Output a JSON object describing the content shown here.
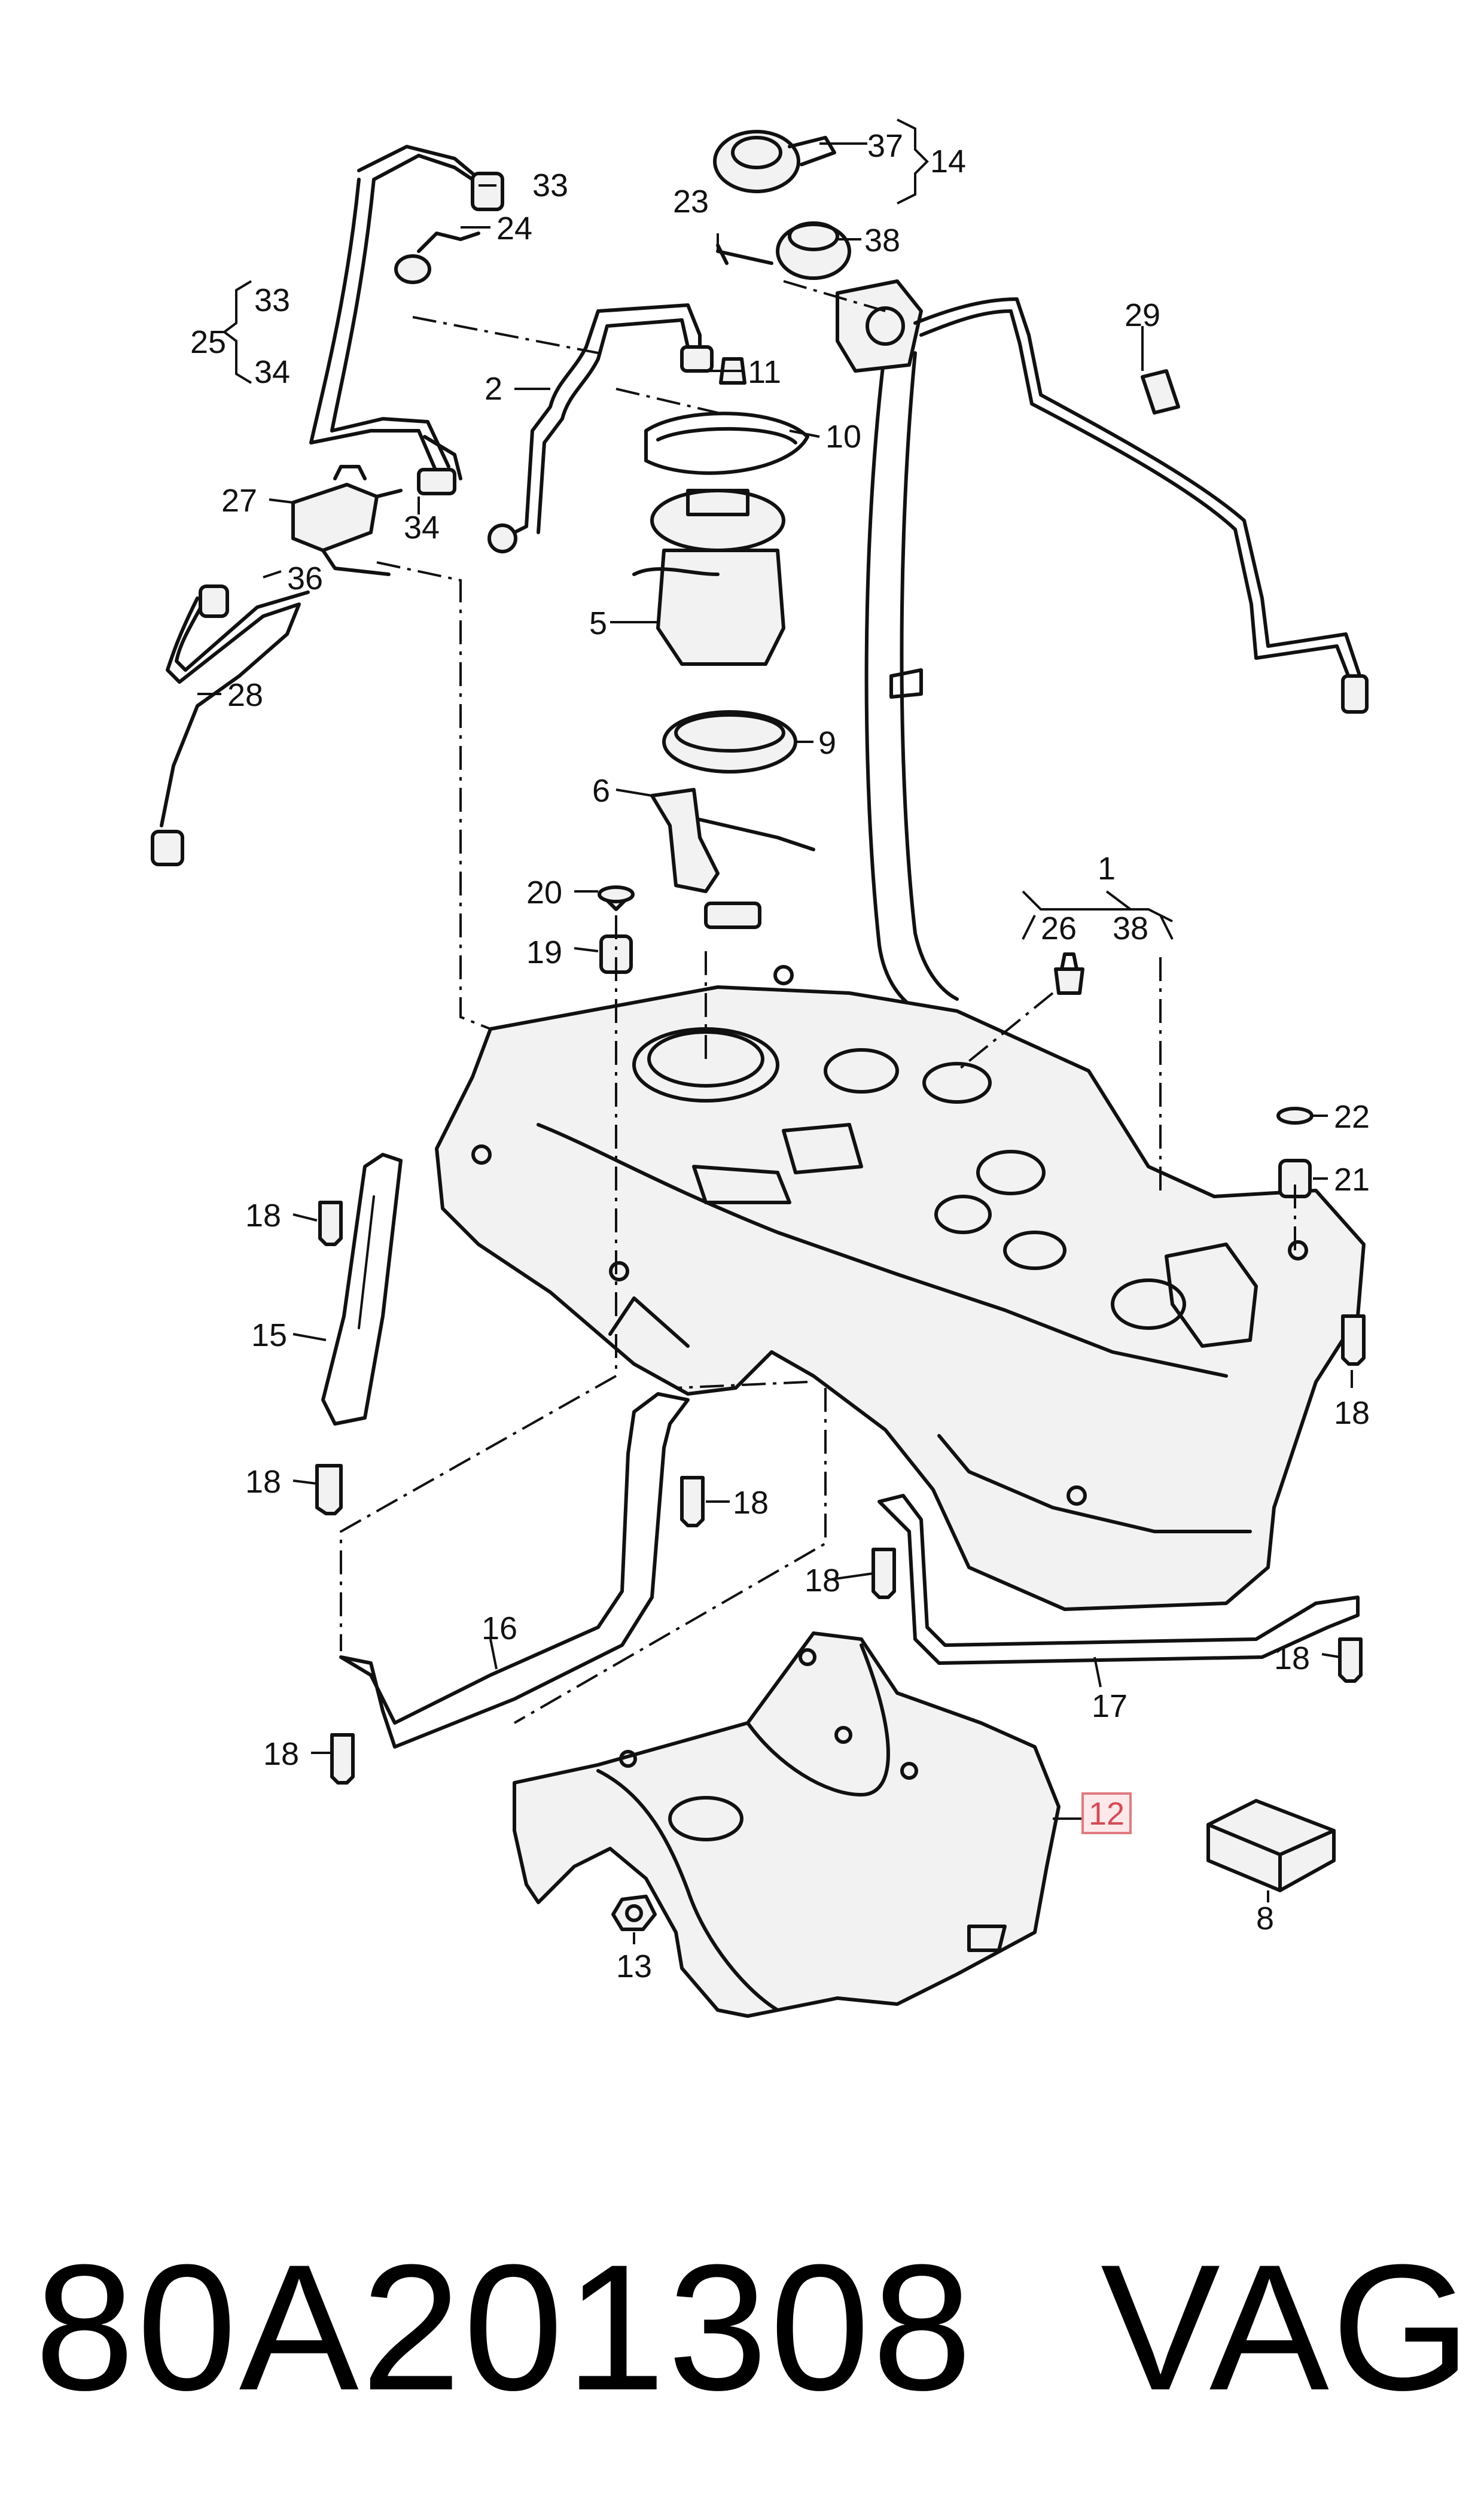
{
  "footer": {
    "part_number": "80A201308",
    "brand": "VAG"
  },
  "highlighted_callout": "12",
  "colors": {
    "line": "#111111",
    "highlight_fill": "#fde9ea",
    "highlight_stroke": "#e07a80"
  },
  "callouts": {
    "c37": "37",
    "c14": "14",
    "c33a": "33",
    "c24": "24",
    "c23": "23",
    "c38a": "38",
    "c25": "25",
    "c33b": "33",
    "c34a": "34",
    "c29": "29",
    "c2": "2",
    "c11": "11",
    "c10": "10",
    "c27": "27",
    "c34b": "34",
    "c36": "36",
    "c5": "5",
    "c28": "28",
    "c9": "9",
    "c6": "6",
    "c1": "1",
    "c20": "20",
    "c26": "26",
    "c38b": "38",
    "c19": "19",
    "c22": "22",
    "c21": "21",
    "c18a": "18",
    "c15": "15",
    "c18b": "18",
    "c18c": "18",
    "c18d": "18",
    "c16": "16",
    "c18e": "18",
    "c18f": "18",
    "c17": "17",
    "c18g": "18",
    "c12": "12",
    "c13": "13",
    "c8": "8"
  }
}
